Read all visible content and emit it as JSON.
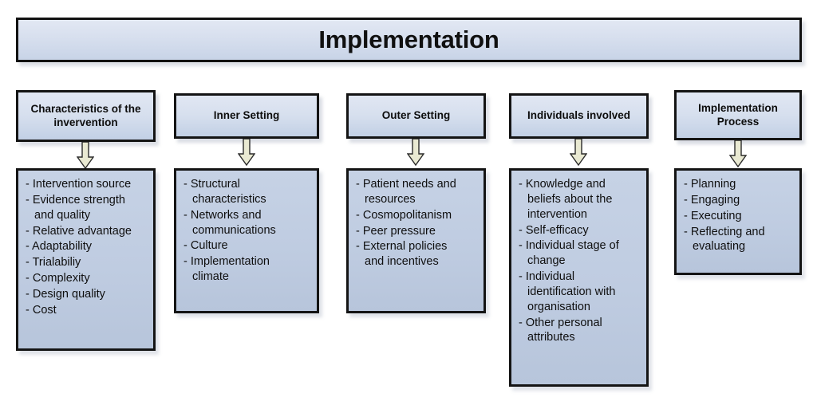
{
  "diagram": {
    "title": "Implementation",
    "arrow_color": "#e9e9d2",
    "box_fill": "#c2cfe3",
    "header_fill": "#d8e0ee",
    "border_color": "#141414",
    "columns": [
      {
        "header": "Characteristics of\nthe invervention",
        "items": [
          "- Intervention source",
          "- Evidence strength\n   and quality",
          "- Relative advantage",
          "- Adaptability",
          "- Trialabiliy",
          "- Complexity",
          "- Design quality",
          "- Cost"
        ]
      },
      {
        "header": "Inner Setting",
        "items": [
          "- Structural\n   characteristics",
          "- Networks and\n   communications",
          "- Culture",
          "- Implementation\n   climate"
        ]
      },
      {
        "header": "Outer Setting",
        "items": [
          "- Patient needs and\n   resources",
          "- Cosmopolitanism",
          "- Peer pressure",
          "- External policies\n   and incentives"
        ]
      },
      {
        "header": "Individuals involved",
        "items": [
          "- Knowledge and\n   beliefs about the\n   intervention",
          "- Self-efficacy",
          "- Individual stage of\n   change",
          "- Individual\n   identification with\n   organisation",
          "- Other personal\n   attributes"
        ]
      },
      {
        "header": "Implementation\nProcess",
        "items": [
          "- Planning",
          "- Engaging",
          "- Executing",
          "- Reflecting and\n   evaluating"
        ]
      }
    ]
  }
}
